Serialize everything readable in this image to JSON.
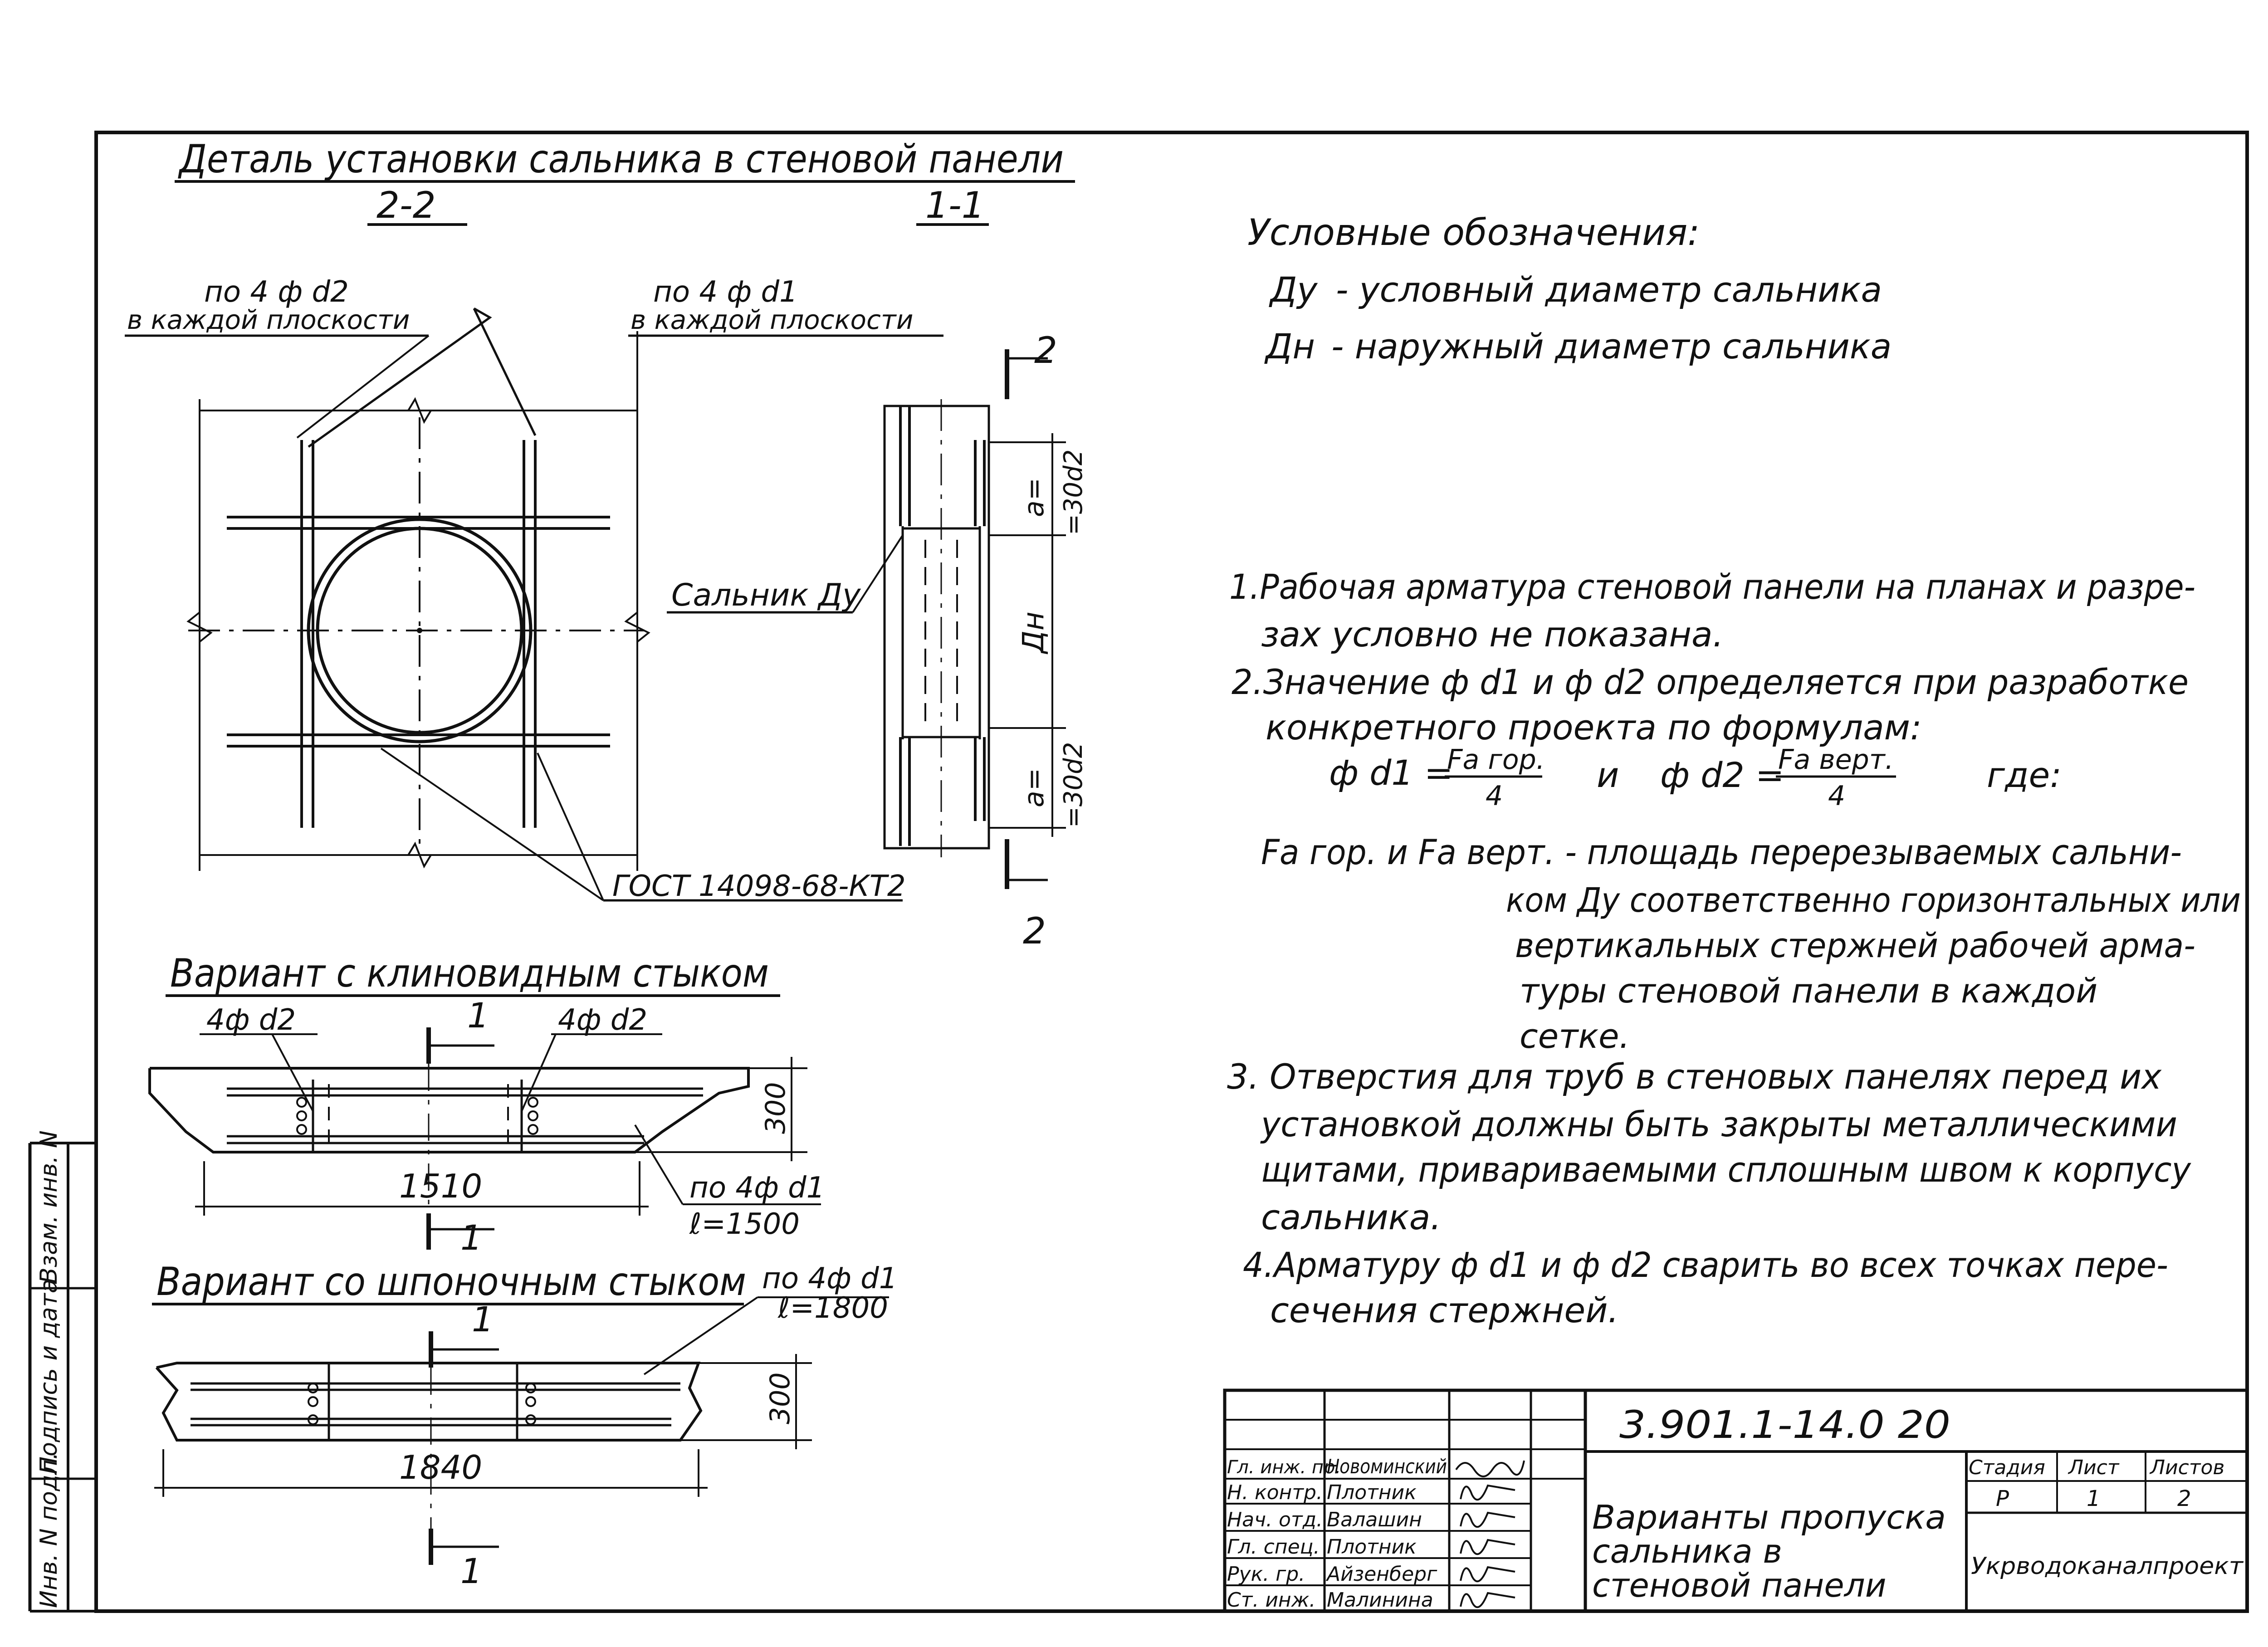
{
  "header": {
    "title": "Деталь установки сальника в стеновой панели",
    "section_2": "2-2",
    "section_1": "1-1"
  },
  "detail_plan": {
    "label_d2": "по 4 ф d2",
    "label_d2_sub": "в каждой плоскости",
    "label_d1": "по 4 ф d1",
    "label_d1_sub": "в каждой плоскости",
    "gost": "ГОСТ 14098-68-КТ2"
  },
  "section_view": {
    "mark_top": "2",
    "mark_bottom": "2",
    "dim_a_top": "a=",
    "dim_a_top_2": "=30d2",
    "dim_dn": "Дн",
    "dim_a_bottom": "a=",
    "dim_a_bottom_2": "=30d2",
    "gland_label": "Сальник Ду"
  },
  "legend": {
    "title": "Условные обозначения:",
    "items": [
      {
        "symbol": "Ду",
        "text": "- условный диаметр сальника"
      },
      {
        "symbol": "Дн",
        "text": "- наружный диаметр сальника"
      }
    ]
  },
  "variant_wedge": {
    "title": "Вариант с клиновидным стыком",
    "label_left": "4ф d2",
    "label_right": "4ф d2",
    "mark_top": "1",
    "mark_bottom": "1",
    "dim_height": "300",
    "dim_length": "1510",
    "rebar": "по 4ф d1",
    "rebar_len": "ℓ=1500"
  },
  "variant_key": {
    "title": "Вариант со шпоночным стыком",
    "rebar": "по 4ф d1",
    "rebar_len": "ℓ=1800",
    "mark_top": "1",
    "mark_bottom": "1",
    "dim_height": "300",
    "dim_length": "1840"
  },
  "notes": {
    "n1_a": "1.Рабочая арматура стеновой панели на планах и разре-",
    "n1_b": "зах условно не показана.",
    "n2_a": "2.Значение ф d1 и ф d2 определяется при разработке",
    "n2_b": "конкретного проекта по формулам:",
    "f1_left": "ф d1 =",
    "f1_num": "Fa гор.",
    "f1_den": "4",
    "f_and": "и",
    "f2_left": "ф d2 =",
    "f2_num": "Fa верт.",
    "f2_den": "4",
    "f_where": "где:",
    "def_a": "Fa гор. и Fa верт. - площадь перерезываемых сальни-",
    "def_b": "ком Ду соответственно горизонтальных или",
    "def_c": "вертикальных стержней рабочей арма-",
    "def_d": "туры стеновой панели в каждой",
    "def_e": "сетке.",
    "n3_a": "3. Отверстия для труб в стеновых панелях перед их",
    "n3_b": "установкой должны быть закрыты металлическими",
    "n3_c": "щитами, привариваемыми сплошным швом к корпусу",
    "n3_d": "сальника.",
    "n4_a": "4.Арматуру ф d1 и ф d2 сварить во всех точках пере-",
    "n4_b": "сечения стержней."
  },
  "title_block": {
    "code": "3.901.1-14.0 20",
    "doc_title_1": "Варианты пропуска",
    "doc_title_2": "сальника в",
    "doc_title_3": "стеновой панели",
    "stage_h": "Стадия",
    "sheet_h": "Лист",
    "sheets_h": "Листов",
    "stage": "Р",
    "sheet": "1",
    "sheets": "2",
    "org": "Укрводоканалпроект",
    "roles": [
      {
        "role": "Гл. инж. пр.",
        "name": "Новоминский"
      },
      {
        "role": "Н. контр.",
        "name": "Плотник"
      },
      {
        "role": "Нач. отд.",
        "name": "Валашин"
      },
      {
        "role": "Гл. спец.",
        "name": "Плотник"
      },
      {
        "role": "Рук. гр.",
        "name": "Айзенберг"
      },
      {
        "role": "Ст. инж.",
        "name": "Малинина"
      }
    ]
  },
  "side_stamp": {
    "inv": "Инв. N подл.",
    "sign": "Подпись и дата",
    "vzam": "Взам. инв. N"
  }
}
